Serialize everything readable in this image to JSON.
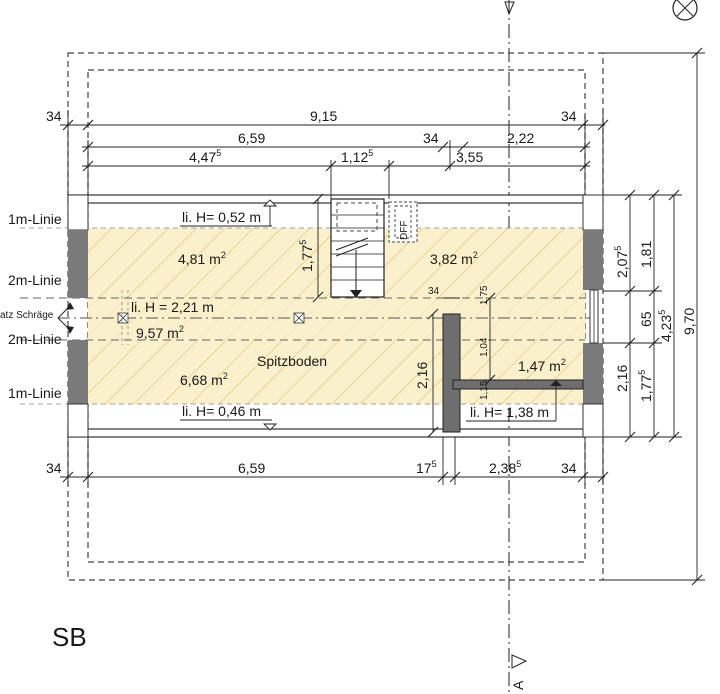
{
  "sheet_label": "SB",
  "section_marker": "A",
  "room_label": "Spitzboden",
  "skylight_label": "DFF",
  "areas": {
    "top_left": "4,81 m",
    "top_right": "3,82 m",
    "middle": "9,57 m",
    "bottom_left": "6,68 m",
    "bottom_right": "1,47 m",
    "unit_sup": "2"
  },
  "heights": {
    "top": "li. H= 0,52 m",
    "middle": "li. H = 2,21 m",
    "bottom_left": "li. H= 0,46 m",
    "bottom_right": "li. H= 1,38 m"
  },
  "line_labels": {
    "one_m_top": "1m-Linie",
    "two_m_top": "2m-Linie",
    "two_m_bottom": "2m-Linie",
    "one_m_bottom": "1m-Linie",
    "ridge_cut": "atz Schräge"
  },
  "top_dims": {
    "left_wall": "34",
    "overall": "9,15",
    "right_wall": "34",
    "left_span": "6,59",
    "mid_wall": "34",
    "right_span": "2,22",
    "to_stair": "4,47",
    "to_stair_sup": "5",
    "stair_width": "1,12",
    "stair_width_sup": "5",
    "stair_right": "3,55"
  },
  "bottom_dims": {
    "left_wall": "34",
    "left_span": "6,59",
    "wall": "17",
    "wall_sup": "5",
    "right_span": "2,38",
    "right_span_sup": "5",
    "right_wall": "34"
  },
  "inner_dims": {
    "stair_run": "1,77",
    "stair_run_sup": "5",
    "wall_height": "2,16",
    "chimney_w": "34",
    "chimney_top": "1,75",
    "chimney_len": "1,04",
    "chimney_bottom": "1,15"
  },
  "right_dims": {
    "upper": "2,07",
    "upper_sup": "5",
    "upper_inner": "1,81",
    "window": "65",
    "mid": "4,23",
    "mid_sup": "5",
    "lower": "2,16",
    "lower_inner": "1,77",
    "lower_inner_sup": "5",
    "overall": "9,70"
  },
  "colors": {
    "hatch_fill": "#fbf0cc",
    "hatch_line": "#e3c277",
    "wall": "#7a7a7a",
    "line": "#222222"
  }
}
